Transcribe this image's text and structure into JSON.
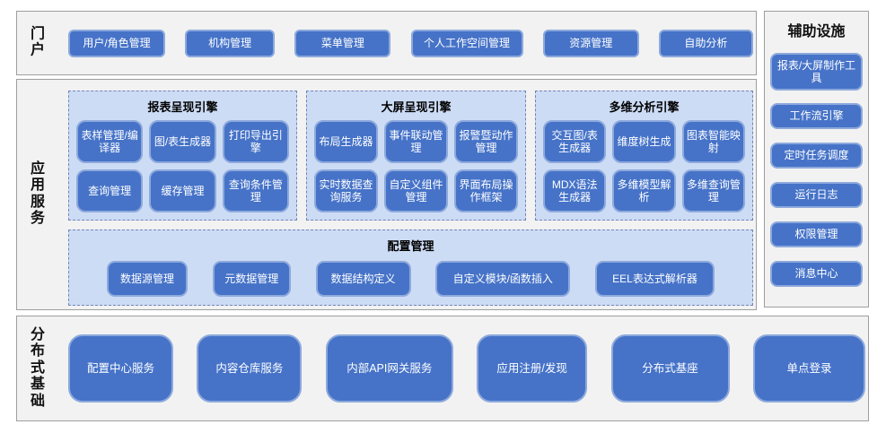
{
  "colors": {
    "button_fill": "#4673C8",
    "button_border": "#8DA9DC",
    "panel_fill": "#CDDCF5",
    "panel_border": "#7085B5",
    "section_fill": "#F2F2F2",
    "section_border": "#9E9E9E",
    "button_text": "#FFFFFF",
    "label_text": "#111111"
  },
  "portal": {
    "label": "门户",
    "items": [
      {
        "label": "用户/角色管理"
      },
      {
        "label": "机构管理"
      },
      {
        "label": "菜单管理"
      },
      {
        "label": "个人工作空间管理"
      },
      {
        "label": "资源管理"
      },
      {
        "label": "自助分析"
      }
    ]
  },
  "app_services": {
    "label": "应用服务",
    "engines": [
      {
        "title": "报表呈现引擎",
        "items": [
          "表样管理/编译器",
          "图/表生成器",
          "打印导出引擎",
          "查询管理",
          "缓存管理",
          "查询条件管理"
        ]
      },
      {
        "title": "大屏呈现引擎",
        "items": [
          "布局生成器",
          "事件联动管理",
          "报警暨动作管理",
          "实时数据查询服务",
          "自定义组件管理",
          "界面布局操作框架"
        ]
      },
      {
        "title": "多维分析引擎",
        "items": [
          "交互图/表生成器",
          "维度树生成",
          "图表智能映射",
          "MDX语法生成器",
          "多维模型解析",
          "多维查询管理"
        ]
      }
    ],
    "config": {
      "title": "配置管理",
      "items": [
        "数据源管理",
        "元数据管理",
        "数据结构定义",
        "自定义模块/函数插入",
        "EEL表达式解析器"
      ]
    }
  },
  "auxiliary": {
    "title": "辅助设施",
    "items": [
      "报表/大屏制作工具",
      "工作流引擎",
      "定时任务调度",
      "运行日志",
      "权限管理",
      "消息中心"
    ]
  },
  "distributed": {
    "label": "分布式基础",
    "items": [
      "配置中心服务",
      "内容仓库服务",
      "内部API网关服务",
      "应用注册/发现",
      "分布式基座",
      "单点登录"
    ]
  }
}
